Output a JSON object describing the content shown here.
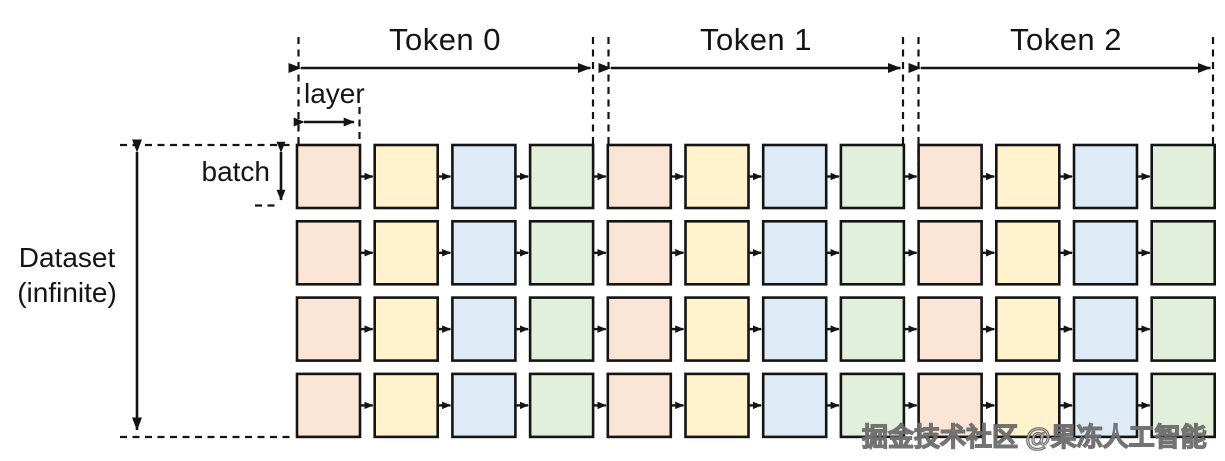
{
  "diagram": {
    "token_labels": [
      "Token 0",
      "Token 1",
      "Token 2"
    ],
    "layer_label": "layer",
    "batch_label": "batch",
    "dataset_label_line1": "Dataset",
    "dataset_label_line2": "(infinite)",
    "grid": {
      "rows": 4,
      "tokens": 3,
      "layers_per_token": 4,
      "layer_colors": [
        "#FBE5D6",
        "#FFF2CC",
        "#DEEBF7",
        "#E2EFDA"
      ],
      "stroke_color": "#141414",
      "background": "#FFFFFF"
    }
  },
  "watermark": {
    "text": "掘金技术社区 @果冻人工智能"
  }
}
